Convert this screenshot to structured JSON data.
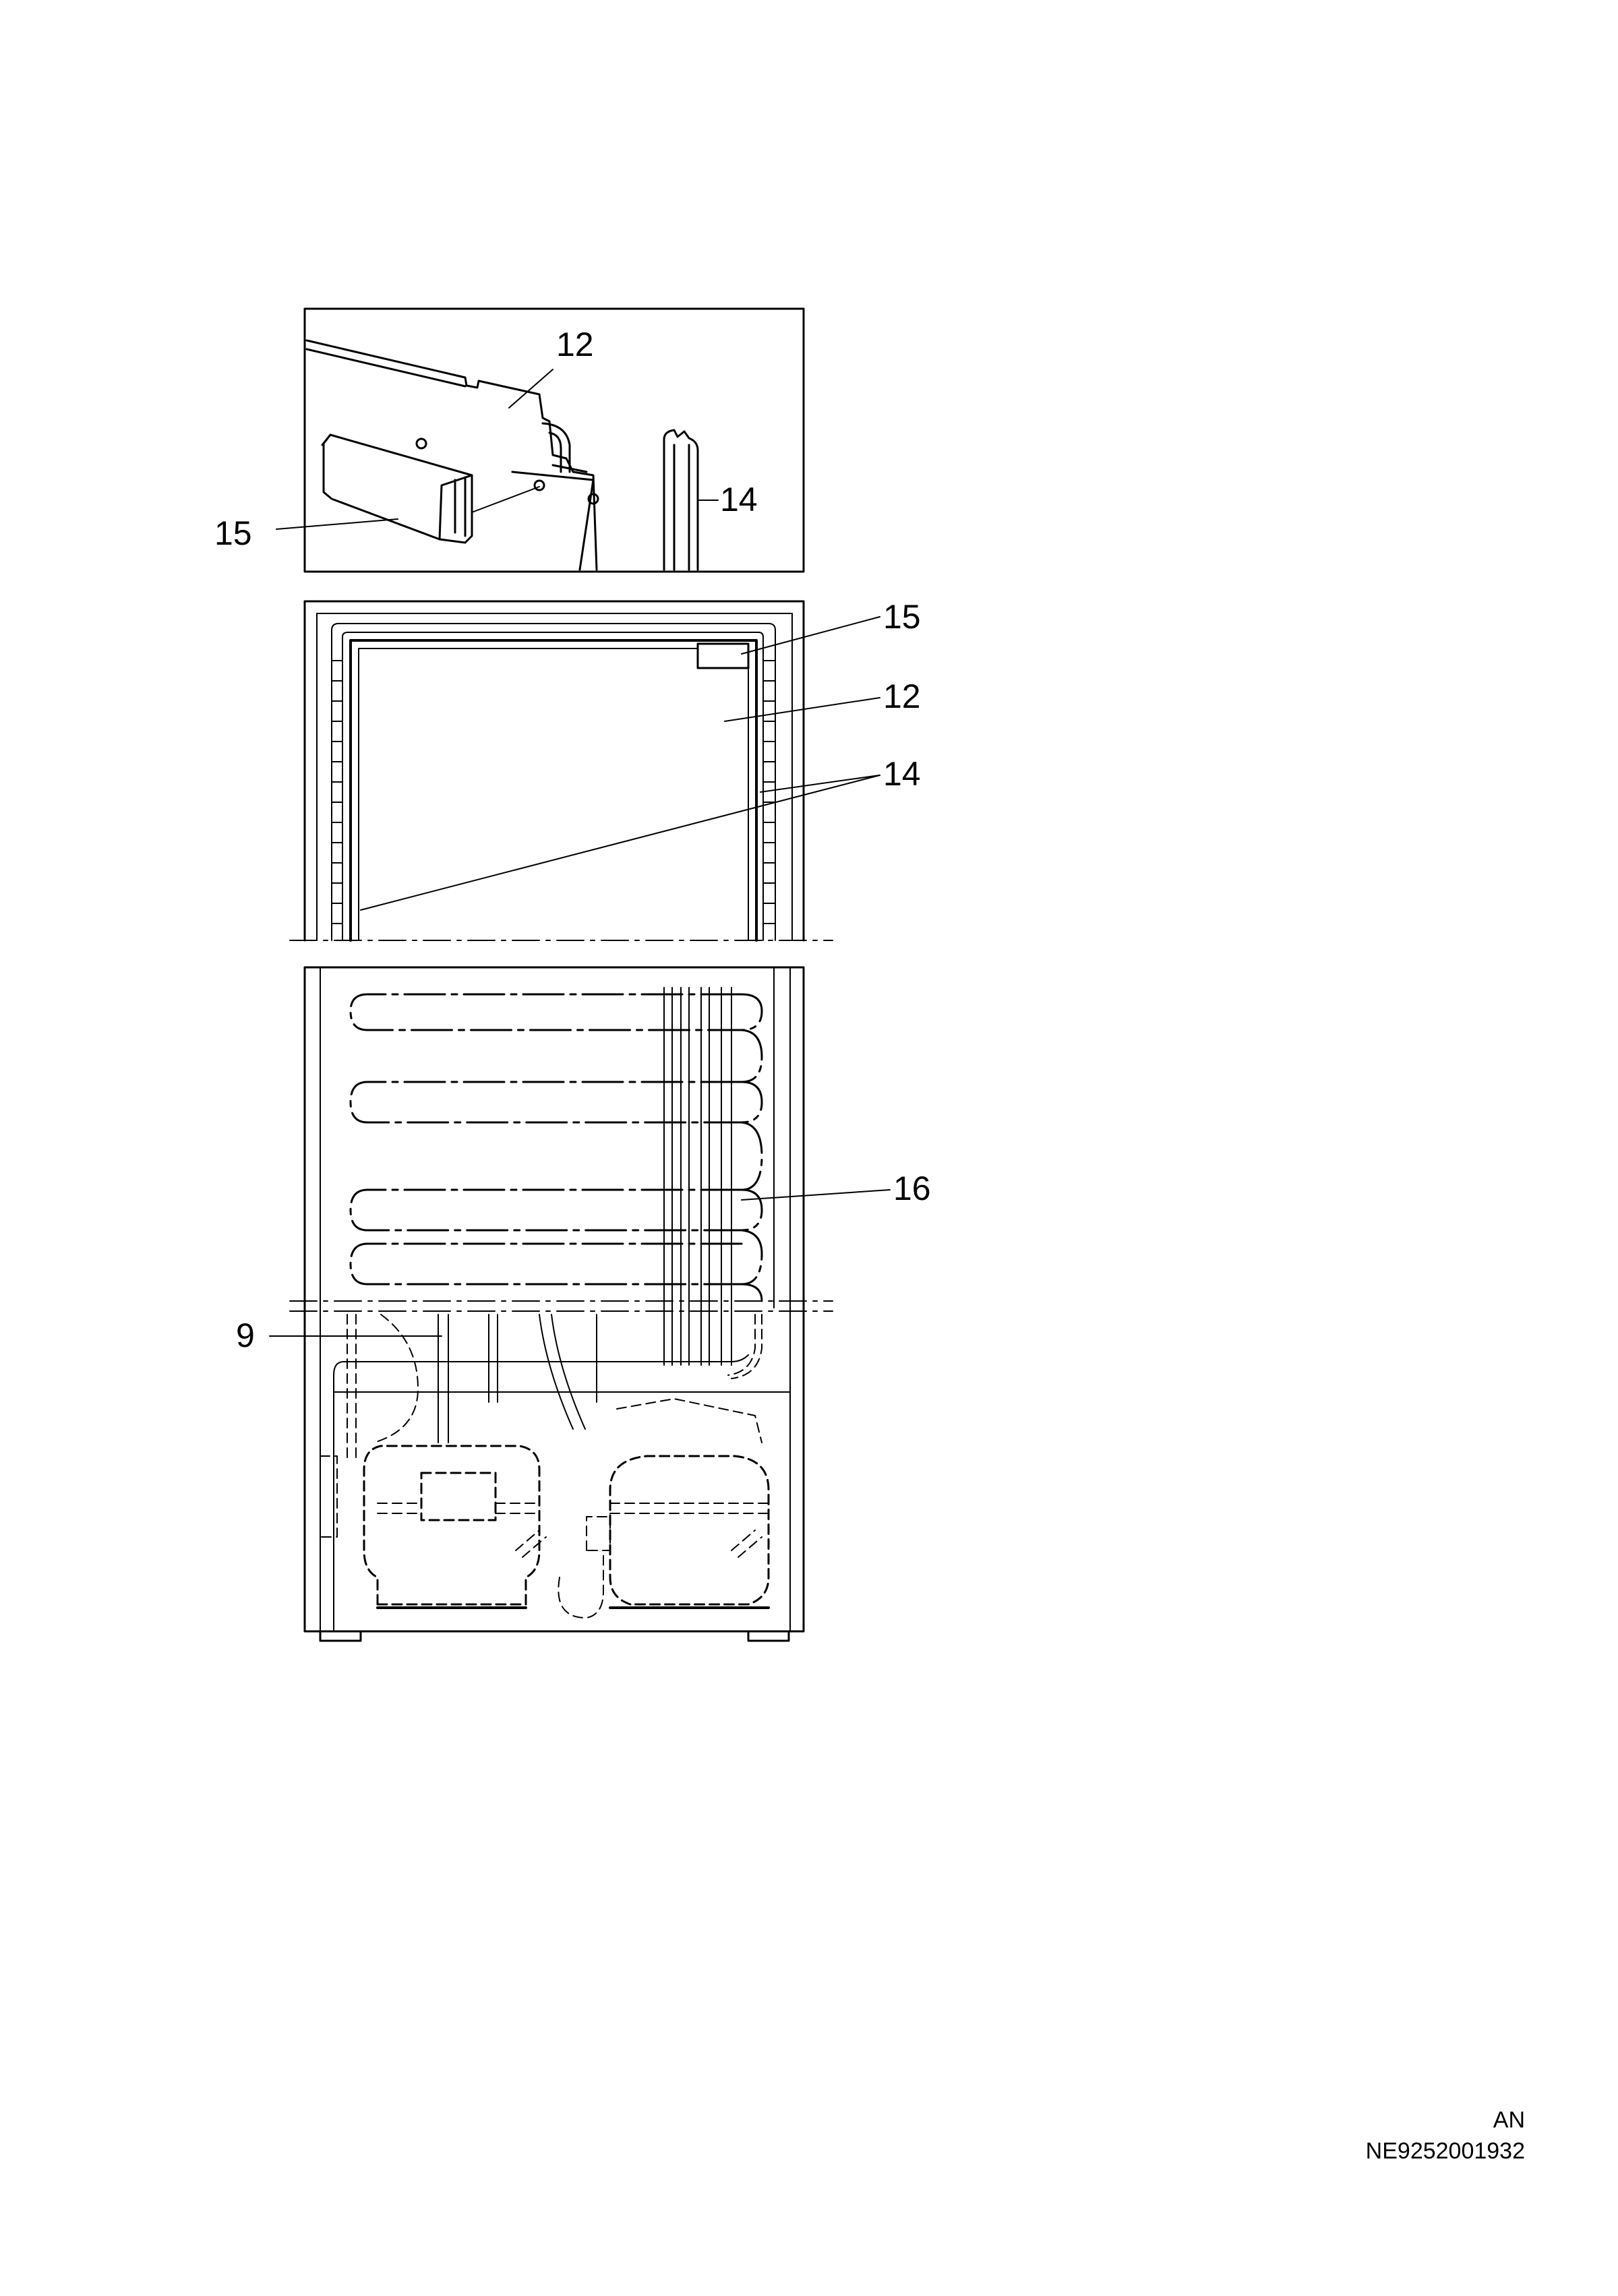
{
  "labels": {
    "inset_12": "12",
    "inset_14": "14",
    "inset_15": "15",
    "door_15": "15",
    "door_12": "12",
    "door_14": "14",
    "base_16": "16",
    "base_9": "9"
  },
  "reference": {
    "code": "AN",
    "number": "NE9252001932"
  }
}
